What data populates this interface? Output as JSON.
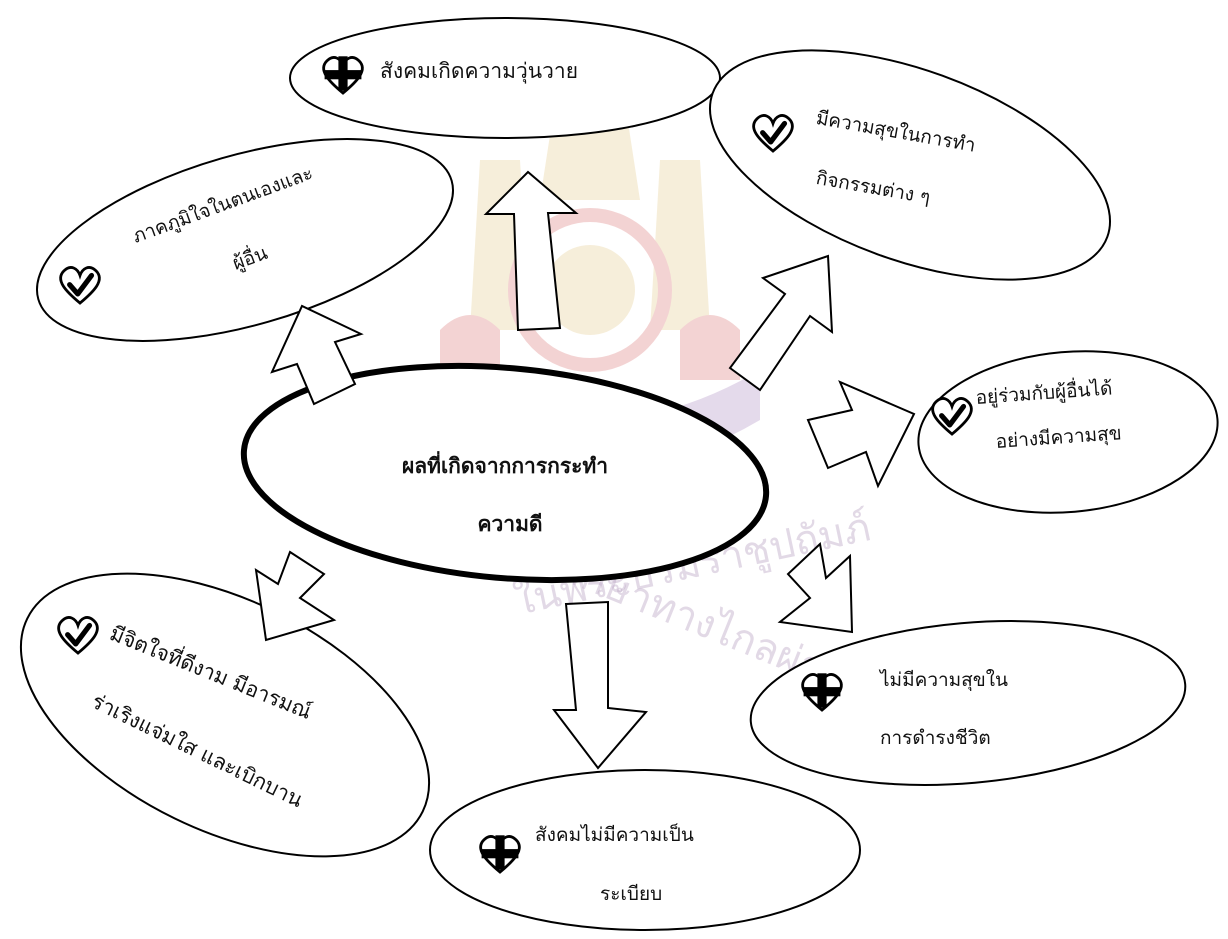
{
  "center": {
    "line1": "ผลที่เกิดจากการกระทำ",
    "line2": "ความดี"
  },
  "nodes": {
    "chaos": {
      "line1": "สังคมเกิดความวุ่นวาย",
      "icon": "cross-heart-icon"
    },
    "happy_activities": {
      "line1": "มีความสุขในการทำ",
      "line2": "กิจกรรมต่าง ๆ",
      "icon": "check-heart-icon"
    },
    "pride": {
      "line1": "ภาคภูมิใจในตนเองและ",
      "line2": "ผู้อื่น",
      "icon": "check-heart-icon"
    },
    "live_together": {
      "line1": "อยู่ร่วมกับผู้อื่นได้",
      "line2": "อย่างมีความสุข",
      "icon": "check-heart-icon"
    },
    "good_mind": {
      "line1": "มีจิตใจที่ดีงาม มีอารมณ์",
      "line2": "ร่าเริงแจ่มใส และเบิกบาน",
      "icon": "check-heart-icon"
    },
    "unhappy_life": {
      "line1": "ไม่มีความสุขใน",
      "line2": "การดำรงชีวิต",
      "icon": "cross-heart-icon"
    },
    "disorder": {
      "line1": "สังคมไม่มีความเป็น",
      "line2": "ระเบียบ",
      "icon": "cross-heart-icon"
    }
  },
  "watermark": {
    "line1": "ฝ่ายบริการการศึกษาทางไกลผ่านดาวเทียม",
    "line2": "ในพระบรมราชูปถัมภ์",
    "numeral": "๕๐"
  },
  "colors": {
    "stroke": "#000000",
    "watermark_gold": "#d9b45a",
    "watermark_red": "#cc3a3a",
    "watermark_purple": "#8a5aa6"
  }
}
